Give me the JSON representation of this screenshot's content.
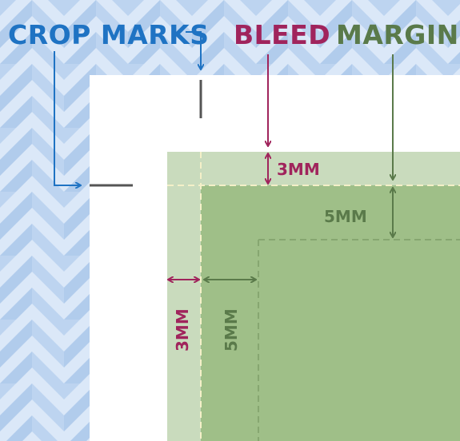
{
  "labels": {
    "crop_marks": "CROP MARKS",
    "bleed": "BLEED",
    "margin": "MARGIN"
  },
  "measurements": {
    "bleed_top": "3MM",
    "margin_top": "5MM",
    "bleed_left": "3MM",
    "margin_left": "5MM"
  },
  "colors": {
    "crop": "#1f73c3",
    "bleed": "#a0245c",
    "margin": "#5a7a4a",
    "mark_line": "#555555",
    "paper": "#ffffff",
    "bleed_area": "#c9dbbd",
    "trim_area": "#9fbf88",
    "pattern_light": "#dbe8f8",
    "pattern_dark": "#b8d1ef"
  }
}
